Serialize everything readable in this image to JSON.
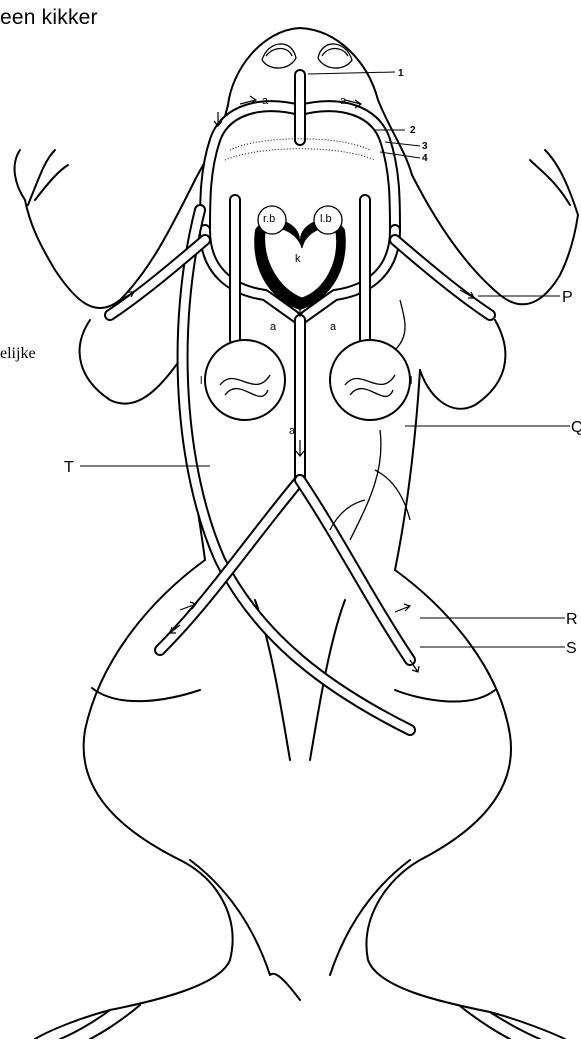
{
  "title": "een kikker",
  "side_label": "elijke",
  "labels": {
    "P": "P",
    "Q": "Q",
    "R": "R",
    "S": "S",
    "T": "T",
    "n1": "1",
    "n2": "2",
    "n3": "3",
    "n4": "4",
    "a": "a",
    "rb": "r.b",
    "lb": "l.b",
    "k": "k",
    "l": "l"
  }
}
